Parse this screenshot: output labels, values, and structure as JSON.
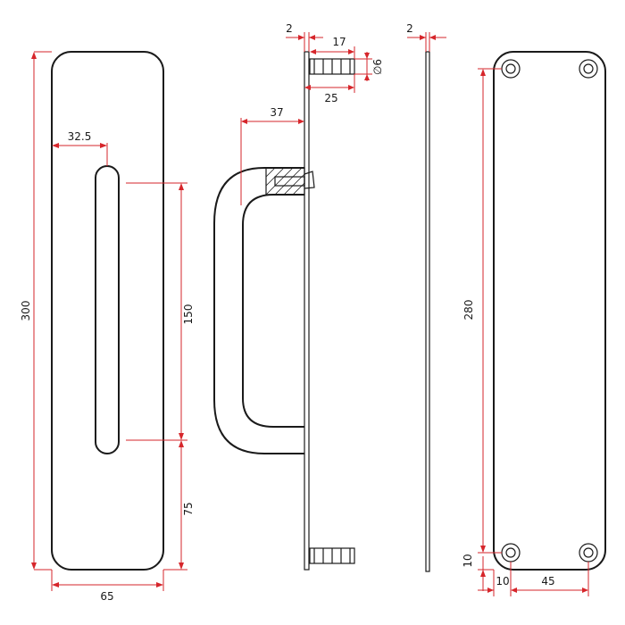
{
  "dimensions": {
    "front_plate_height": "300",
    "front_plate_width": "65",
    "slot_offset": "32.5",
    "slot_length": "150",
    "slot_bottom_offset": "75",
    "side_plate_thickness": "2",
    "side_screw_length": "17",
    "side_screw_diameter": "∅6",
    "side_screw_total": "25",
    "handle_projection": "37",
    "edge_plate_thickness": "2",
    "back_hole_spacing_vertical": "280",
    "back_hole_edge_vertical": "10",
    "back_hole_edge_horizontal": "10",
    "back_hole_spacing_horizontal": "45"
  },
  "colors": {
    "outline": "#1a1a1a",
    "dimension": "#d6262b"
  }
}
